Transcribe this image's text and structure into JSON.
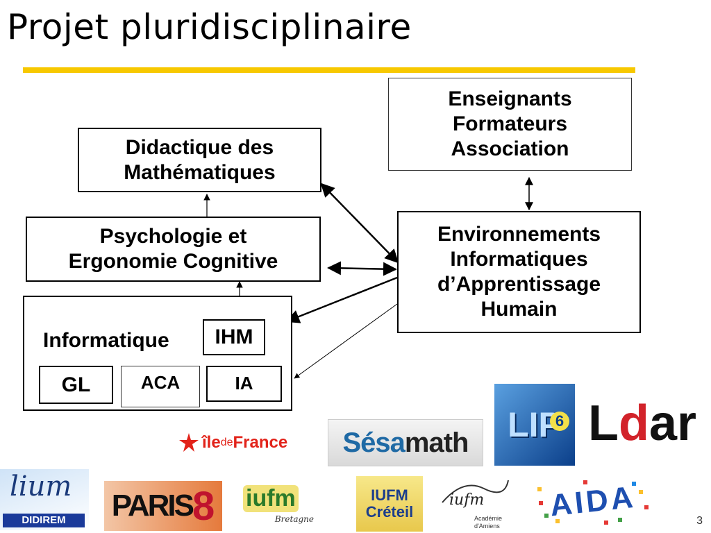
{
  "title": "Projet pluridisciplinaire",
  "boxes": {
    "enseignants": [
      "Enseignants",
      "Formateurs",
      "Association"
    ],
    "didactique": [
      "Didactique des",
      "Mathématiques"
    ],
    "psychologie": [
      "Psychologie et",
      "Ergonomie Cognitive"
    ],
    "eiah": [
      "Environnements",
      "Informatiques",
      "d’Apprentissage",
      "Humain"
    ],
    "informatique": {
      "label": "Informatique",
      "ihm": "IHM",
      "gl": "GL",
      "aca": "ACA",
      "ia": "IA"
    }
  },
  "logos": {
    "iledefrance": {
      "pre": "île",
      "mid": "de",
      "post": "France"
    },
    "sesamath": {
      "a": "Sésa",
      "b": "math"
    },
    "lip6": {
      "text": "LIP",
      "digit": "6"
    },
    "ldar": {
      "l": "L",
      "d": "d",
      "ar": "ar"
    },
    "lium": {
      "top": "lium",
      "bottom": "DIDIREM"
    },
    "paris8": {
      "text": "PARIS",
      "digit": "8"
    },
    "iufm_bretagne": {
      "main": "iufm",
      "sub": "Bretagne"
    },
    "iufm_creteil": {
      "line1": "IUFM",
      "line2": "Créteil"
    },
    "iufm_amiens": {
      "main": "iufm",
      "line1": "Académie",
      "line2": "d'Amiens"
    },
    "aida": {
      "text": "AIDA"
    }
  },
  "page_number": "3",
  "colors": {
    "accent_rule": "#f7c800",
    "ile_red": "#e2231a",
    "sesamath_blue": "#1f6aa5"
  }
}
